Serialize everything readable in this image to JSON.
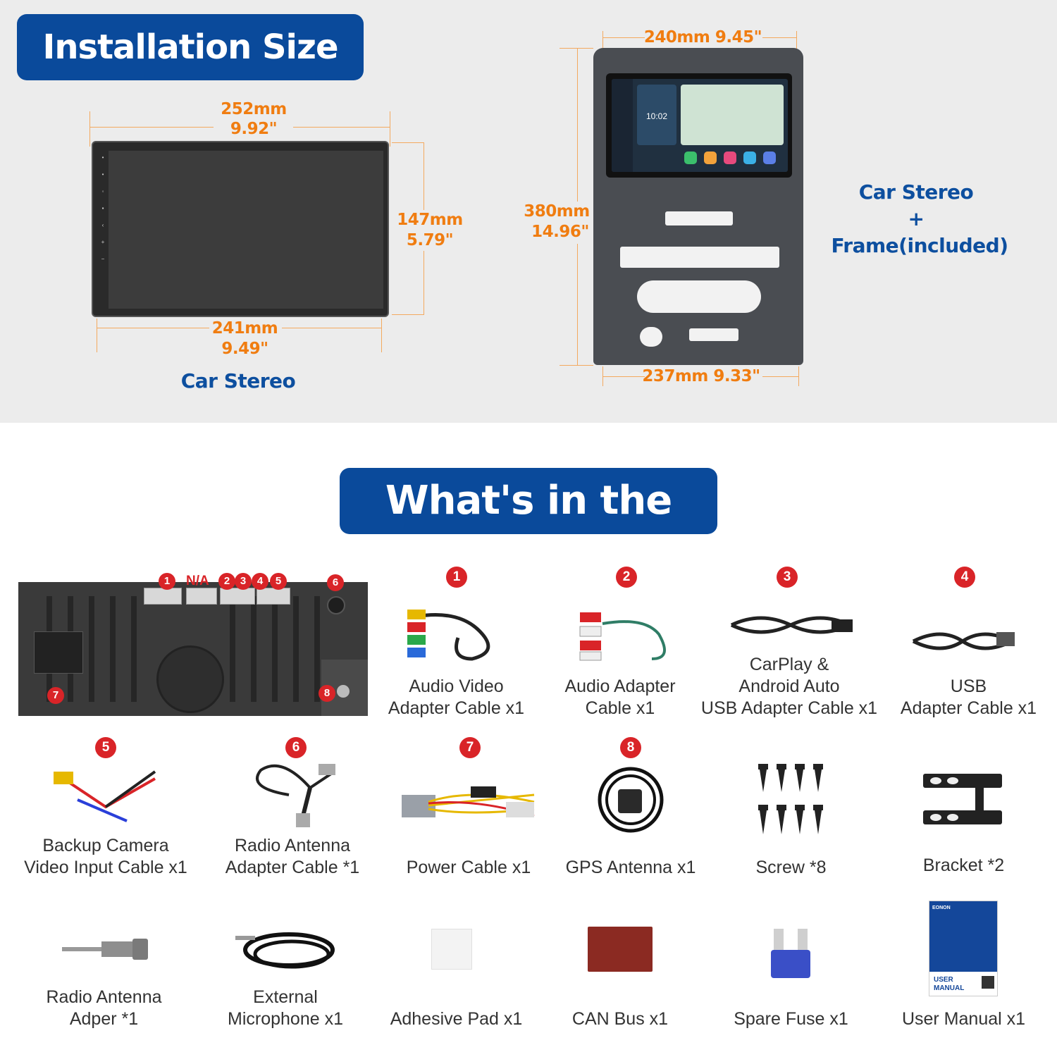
{
  "install": {
    "title": "Installation Size",
    "stereo": {
      "width_top_mm": "252mm",
      "width_top_in": "9.92\"",
      "height_mm": "147mm",
      "height_in": "5.79\"",
      "width_bottom_mm": "241mm",
      "width_bottom_in": "9.49\"",
      "label": "Car Stereo"
    },
    "frame": {
      "width_top": "240mm 9.45\"",
      "height_mm": "380mm",
      "height_in": "14.96\"",
      "width_bottom": "237mm  9.33\"",
      "label_line1": "Car Stereo",
      "label_line2": "+",
      "label_line3": "Frame(included)",
      "screen_time": "10:02"
    }
  },
  "box": {
    "title": "What's in the Box",
    "back_panel": {
      "markers": [
        "1",
        "N/A",
        "2",
        "3",
        "4",
        "5",
        "6",
        "7",
        "8"
      ]
    },
    "items": [
      {
        "num": "1",
        "line1": "Audio Video",
        "line2": "Adapter Cable x1"
      },
      {
        "num": "2",
        "line1": "Audio Adapter",
        "line2": "Cable x1"
      },
      {
        "num": "3",
        "line0": "CarPlay &",
        "line1": "Android Auto",
        "line2": "USB Adapter Cable x1"
      },
      {
        "num": "4",
        "line1": "USB",
        "line2": "Adapter Cable x1"
      },
      {
        "num": "5",
        "line1": "Backup Camera",
        "line2": "Video Input Cable x1"
      },
      {
        "num": "6",
        "line1": "Radio Antenna",
        "line2": "Adapter Cable *1"
      },
      {
        "num": "7",
        "line1": "Power Cable x1"
      },
      {
        "num": "8",
        "line1": "GPS Antenna x1"
      },
      {
        "line1": "Screw *8"
      },
      {
        "line1": "Bracket *2"
      },
      {
        "line1": "Radio Antenna",
        "line2": "Adper *1"
      },
      {
        "line1": "External",
        "line2": "Microphone x1"
      },
      {
        "line1": "Adhesive Pad x1"
      },
      {
        "line1": "CAN Bus x1"
      },
      {
        "line1": "Spare Fuse x1"
      },
      {
        "line1": "User Manual x1"
      }
    ],
    "manual_cover": {
      "brand": "EONON",
      "title1": "USER",
      "title2": "MANUAL"
    }
  },
  "colors": {
    "brand_blue": "#0a4a9b",
    "dimension_orange": "#f07d11",
    "marker_red": "#d92428",
    "panel_gray": "#ececec"
  }
}
